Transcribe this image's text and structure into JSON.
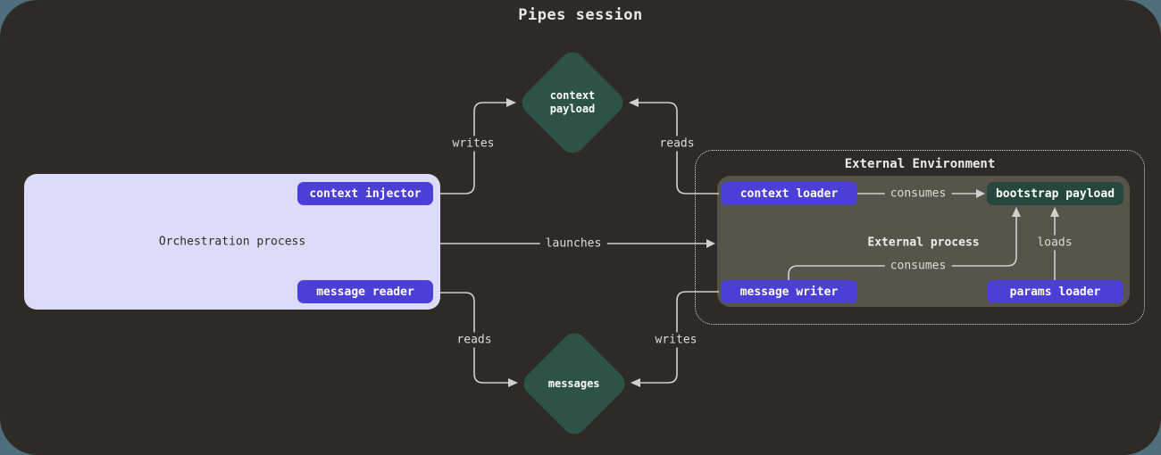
{
  "title": "Pipes session",
  "colors": {
    "canvas_background": "#2e2b27",
    "page_background": "#4f6f7d",
    "accent_purple": "#4c3fd8",
    "orchestration_fill": "#dcdcf8",
    "diamond_green": "#2d5348",
    "bootstrap_green": "#25473d",
    "external_process_gray": "#57544a",
    "line_color": "#d2d0cc"
  },
  "orchestration": {
    "label": "Orchestration process",
    "buttons": [
      {
        "label": "context injector"
      },
      {
        "label": "message reader"
      }
    ]
  },
  "external": {
    "environment_label": "External Environment",
    "process_label": "External process",
    "buttons": {
      "context_loader": "context loader",
      "bootstrap_payload": "bootstrap payload",
      "message_writer": "message writer",
      "params_loader": "params loader"
    }
  },
  "diamonds": {
    "context_payload": "context payload",
    "messages": "messages"
  },
  "edges": {
    "writes_top": "writes",
    "reads_top": "reads",
    "launches": "launches",
    "reads_bottom": "reads",
    "writes_bottom": "writes",
    "consumes_top": "consumes",
    "consumes_bottom": "consumes",
    "loads": "loads"
  }
}
